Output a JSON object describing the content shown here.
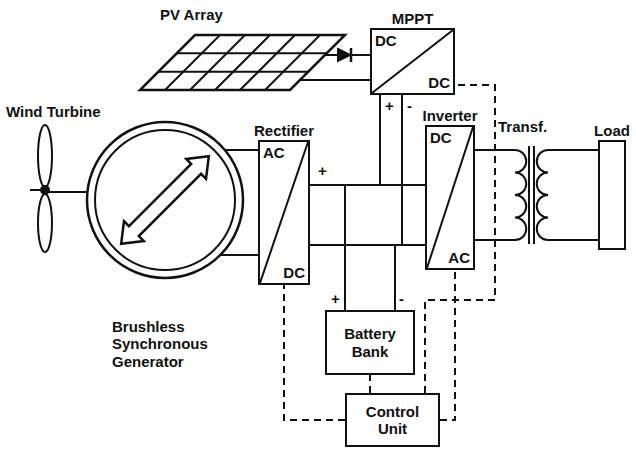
{
  "diagram": {
    "nodes": [
      {
        "text": [
          "MPPT",
          "DC",
          "DC"
        ]
      },
      {
        "text": [
          "Rectifier",
          "AC",
          "DC"
        ]
      },
      {
        "text": [
          "Inverter",
          "DC",
          "AC"
        ]
      },
      {
        "text": [
          "Battery Bank"
        ]
      },
      {
        "text": [
          "Control Unit"
        ]
      },
      {
        "text": [
          "Load"
        ]
      }
    ],
    "edges": [
      {
        "from": 1,
        "to": 2,
        "arrow": "none"
      },
      {
        "from": 0,
        "to": 2,
        "arrow": "none"
      },
      {
        "from": 3,
        "to": 2,
        "arrow": "none"
      },
      {
        "from": 4,
        "to": 1,
        "arrow": "none"
      },
      {
        "from": 4,
        "to": 0,
        "arrow": "none"
      },
      {
        "from": 4,
        "to": 2,
        "arrow": "none"
      },
      {
        "from": 4,
        "to": 3,
        "arrow": "none"
      },
      {
        "from": 2,
        "to": 5,
        "arrow": "none"
      }
    ],
    "labels": [
      "PV Array",
      "Wind Turbine",
      "Brushless Synchronous Generator",
      "Transf.",
      "+",
      "+",
      "-",
      "+",
      "-"
    ]
  }
}
